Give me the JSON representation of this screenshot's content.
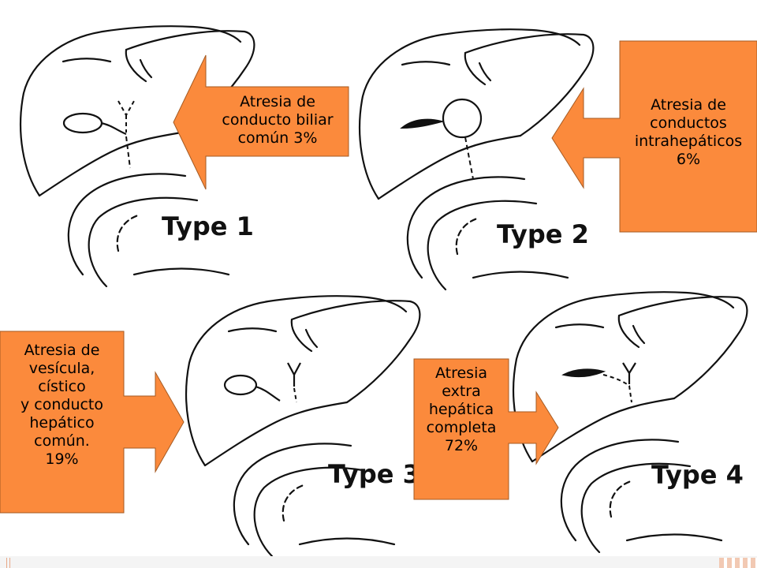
{
  "diagram": {
    "types": [
      {
        "id": "type1",
        "label": "Type 1"
      },
      {
        "id": "type2",
        "label": "Type 2"
      },
      {
        "id": "type3",
        "label": "Type 3"
      },
      {
        "id": "type4",
        "label": "Type 4"
      }
    ],
    "callouts": {
      "type1": "Atresia de\nconducto biliar\ncomún 3%",
      "type2": "Atresia de\nconductos\nintrahepáticos\n6%",
      "type3": "Atresia de\nvesícula,\ncístico\ny conducto\nhepático\ncomún.\n19%",
      "type4": "Atresia\nextra\nhepática\ncompleta\n72%"
    },
    "colors": {
      "callout_fill": "#fb8a3c",
      "callout_stroke": "#a55a22",
      "line": "#111111",
      "background": "#ffffff"
    }
  }
}
